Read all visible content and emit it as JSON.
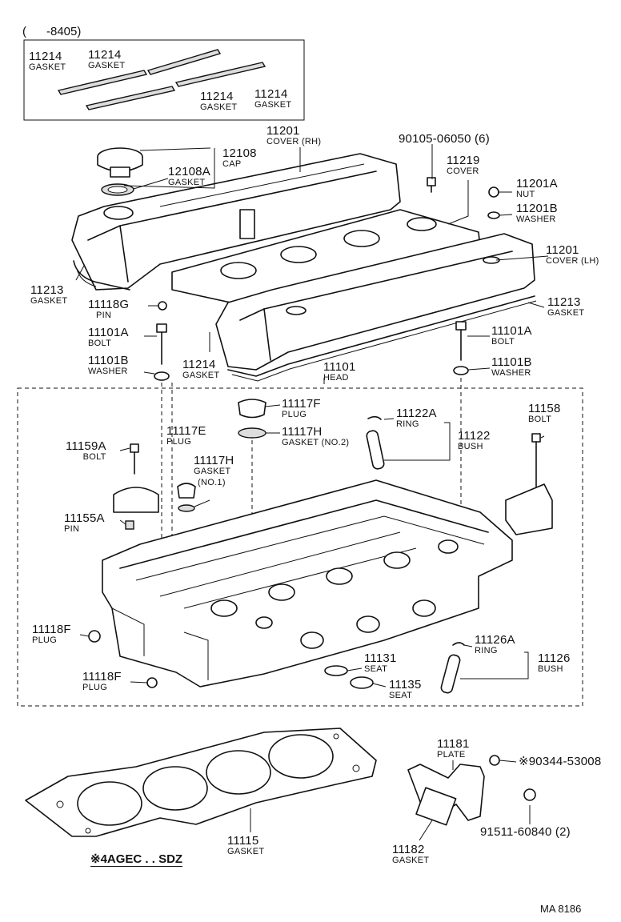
{
  "header": {
    "range": "(      -8405)"
  },
  "parts": [
    {
      "id": "p01",
      "num": "11214",
      "name": "GASKET"
    },
    {
      "id": "p02",
      "num": "11214",
      "name": "GASKET"
    },
    {
      "id": "p03",
      "num": "11214",
      "name": "GASKET"
    },
    {
      "id": "p04",
      "num": "11214",
      "name": "GASKET"
    },
    {
      "id": "p05",
      "num": "11201",
      "name": "COVER (RH)"
    },
    {
      "id": "p06",
      "num": "12108",
      "name": "CAP"
    },
    {
      "id": "p07",
      "num": "12108A",
      "name": "GASKET"
    },
    {
      "id": "p08",
      "num": "90105-06050 (6)",
      "name": ""
    },
    {
      "id": "p09",
      "num": "11219",
      "name": "COVER"
    },
    {
      "id": "p10",
      "num": "11201A",
      "name": "NUT"
    },
    {
      "id": "p11",
      "num": "11201B",
      "name": "WASHER"
    },
    {
      "id": "p12",
      "num": "11201",
      "name": "COVER (LH)"
    },
    {
      "id": "p13",
      "num": "11213",
      "name": "GASKET"
    },
    {
      "id": "p14",
      "num": "11213",
      "name": "GASKET"
    },
    {
      "id": "p15",
      "num": "11118G",
      "name": "PIN"
    },
    {
      "id": "p16",
      "num": "11101A",
      "name": "BOLT"
    },
    {
      "id": "p17",
      "num": "11101B",
      "name": "WASHER"
    },
    {
      "id": "p18",
      "num": "11214",
      "name": "GASKET"
    },
    {
      "id": "p19",
      "num": "11101",
      "name": "HEAD"
    },
    {
      "id": "p20",
      "num": "11101A",
      "name": "BOLT"
    },
    {
      "id": "p21",
      "num": "11101B",
      "name": "WASHER"
    },
    {
      "id": "p22",
      "num": "11117F",
      "name": "PLUG"
    },
    {
      "id": "p23",
      "num": "11117H",
      "name": "GASKET (NO.2)"
    },
    {
      "id": "p24",
      "num": "11122A",
      "name": "RING"
    },
    {
      "id": "p25",
      "num": "11122",
      "name": "BUSH"
    },
    {
      "id": "p26",
      "num": "11158",
      "name": "BOLT"
    },
    {
      "id": "p27",
      "num": "11117E",
      "name": "PLUG"
    },
    {
      "id": "p28",
      "num": "11117H",
      "name": "GASKET"
    },
    {
      "id": "p29",
      "num": "(NO.1)",
      "name": ""
    },
    {
      "id": "p30",
      "num": "11159A",
      "name": "BOLT"
    },
    {
      "id": "p31",
      "num": "11155A",
      "name": "PIN"
    },
    {
      "id": "p32",
      "num": "11118F",
      "name": "PLUG"
    },
    {
      "id": "p33",
      "num": "11118F",
      "name": "PLUG"
    },
    {
      "id": "p34",
      "num": "11131",
      "name": "SEAT"
    },
    {
      "id": "p35",
      "num": "11135",
      "name": "SEAT"
    },
    {
      "id": "p36",
      "num": "11126A",
      "name": "RING"
    },
    {
      "id": "p37",
      "num": "11126",
      "name": "BUSH"
    },
    {
      "id": "p38",
      "num": "11181",
      "name": "PLATE"
    },
    {
      "id": "p39",
      "num": "※90344-53008",
      "name": ""
    },
    {
      "id": "p40",
      "num": "91511-60840 (2)",
      "name": ""
    },
    {
      "id": "p41",
      "num": "11115",
      "name": "GASKET"
    },
    {
      "id": "p42",
      "num": "11182",
      "name": "GASKET"
    }
  ],
  "footnote": "※4AGEC . . SDZ",
  "code": "MA  8186"
}
